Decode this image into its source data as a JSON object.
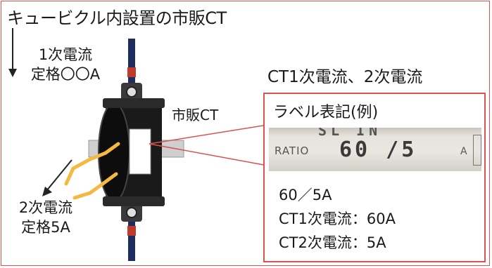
{
  "title": "キュービクル内設置の市販CT",
  "primary_label": [
    "1次電流",
    "定格〇〇A"
  ],
  "secondary_label": [
    "2次電流",
    "定格5A"
  ],
  "ct_label": "市販CT",
  "callout_title": "CT1次電流、2次電流",
  "example": {
    "title": "ラベル表記(例)",
    "photo": {
      "word": "RATIO",
      "value": "60 /5",
      "unit": "A",
      "top_text": "SL IN"
    },
    "lines": [
      "60／5A",
      "CT1次電流：60A",
      "CT2次電流：5A"
    ]
  },
  "colors": {
    "frame": "#d9534f",
    "wire": "#f5b942",
    "body": "#1a1a1a",
    "conductor": "#1f2d5c",
    "terminal": "#c0392b"
  }
}
